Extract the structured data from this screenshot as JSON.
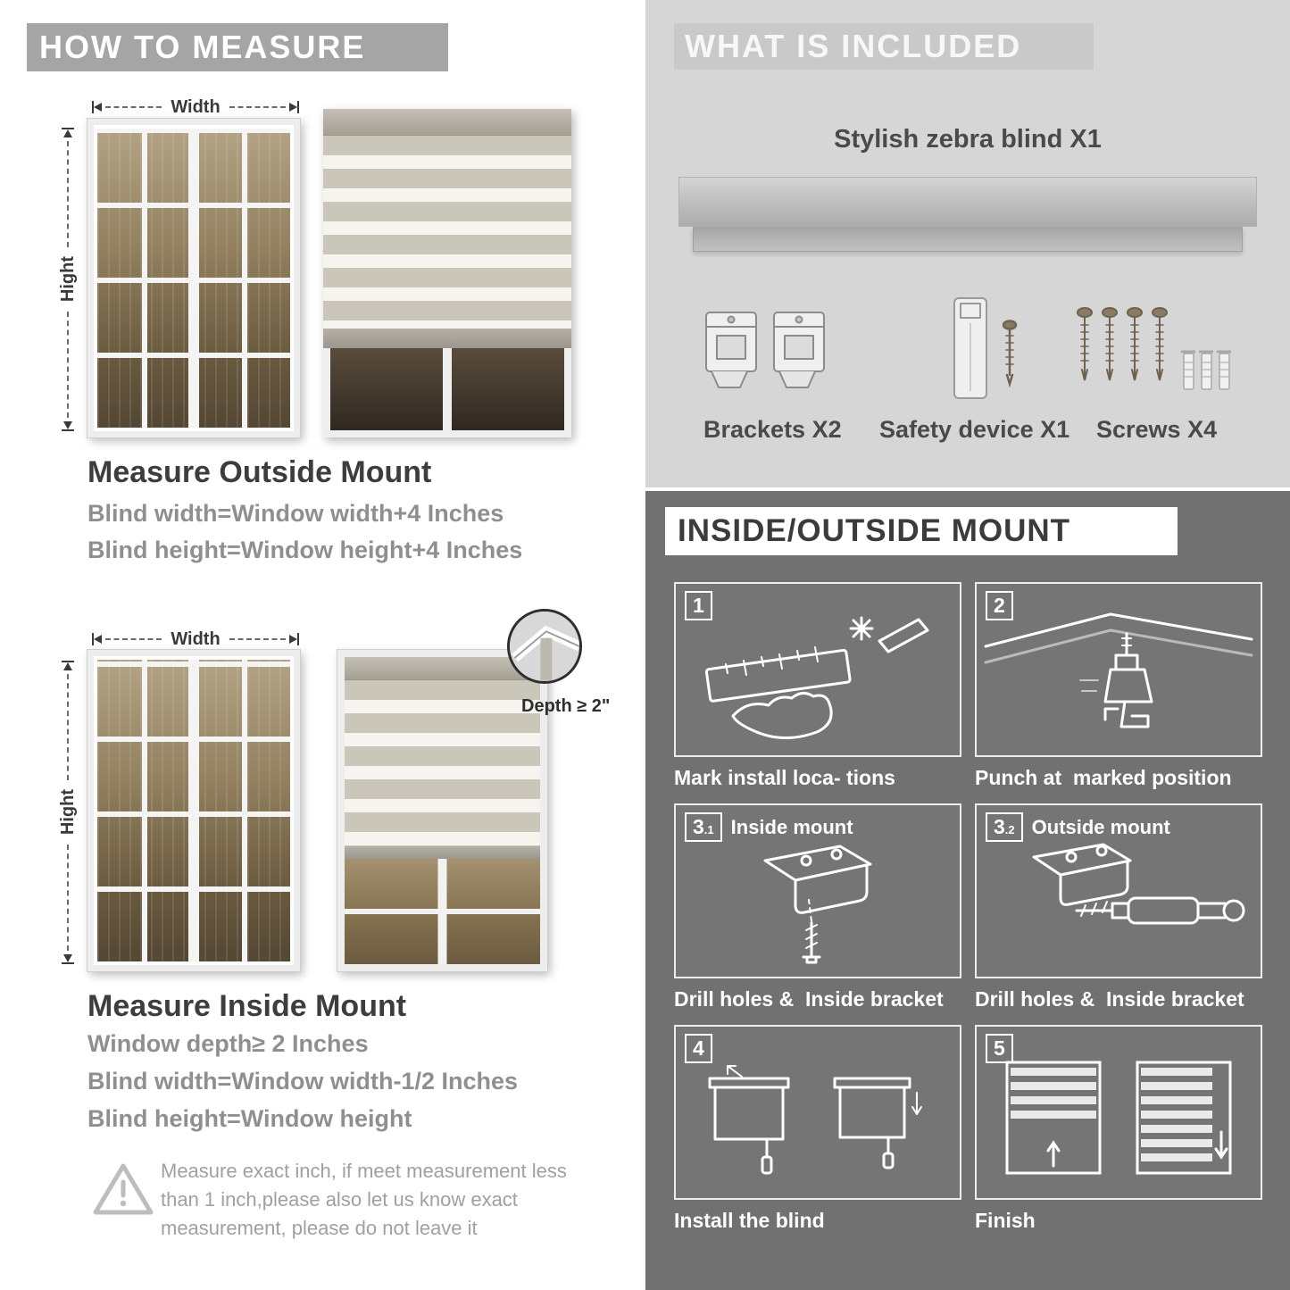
{
  "left": {
    "banner": "HOW TO MEASURE",
    "labels": {
      "width": "Width",
      "height": "Hight",
      "depth": "Depth ≥ 2\""
    },
    "outside": {
      "title": "Measure Outside Mount",
      "line1": "Blind width=Window width+4 Inches",
      "line2": "Blind height=Window height+4 Inches"
    },
    "inside": {
      "title": "Measure Inside Mount",
      "line1": "Window depth≥ 2 Inches",
      "line2": "Blind width=Window width-1/2 Inches",
      "line3": "Blind height=Window height"
    },
    "warning": "Measure exact inch, if meet measurement less than 1 inch,please also let us know exact measurement, please do not leave it"
  },
  "included": {
    "banner": "WHAT IS INCLUDED",
    "product": "Stylish zebra blind X1",
    "items": [
      {
        "label": "Brackets X2"
      },
      {
        "label": "Safety device X1"
      },
      {
        "label": "Screws X4"
      }
    ]
  },
  "mount": {
    "banner": "INSIDE/OUTSIDE MOUNT",
    "steps": [
      {
        "num": "1",
        "sub": "",
        "label": "",
        "caption": "Mark install loca- tions"
      },
      {
        "num": "2",
        "sub": "",
        "label": "",
        "caption": "Punch at  marked position"
      },
      {
        "num": "3",
        "sub": ".1",
        "label": "Inside mount",
        "caption": "Drill holes &  Inside bracket"
      },
      {
        "num": "3",
        "sub": ".2",
        "label": "Outside mount",
        "caption": "Drill holes &  Inside bracket"
      },
      {
        "num": "4",
        "sub": "",
        "label": "",
        "caption": "Install the blind"
      },
      {
        "num": "5",
        "sub": "",
        "label": "",
        "caption": "Finish"
      }
    ]
  },
  "colors": {
    "accent_gray": "#a5a5a5",
    "panel_light": "#d6d6d6",
    "panel_dark": "#717171"
  }
}
